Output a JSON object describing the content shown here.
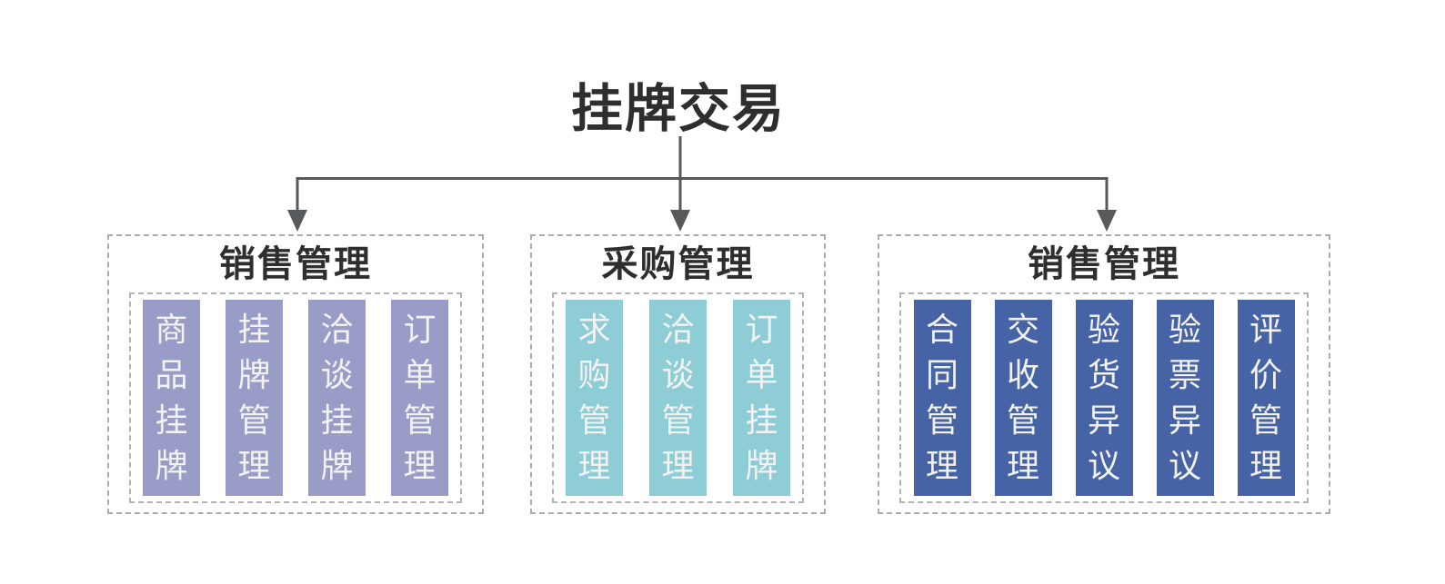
{
  "title": "挂牌交易",
  "colors": {
    "lavender": "#9a9cc8",
    "teal": "#8ecdd6",
    "blue": "#4663a5",
    "line": "#58595b",
    "outer_border": "#ababab",
    "inner_border": "#b3b3b3",
    "title_text": "#2e2e2e",
    "bar_text": "#f2f2f2"
  },
  "groups": [
    {
      "title": "销售管理",
      "color": "#9a9cc8",
      "items": [
        "商品挂牌",
        "挂牌管理",
        "洽谈挂牌",
        "订单管理"
      ]
    },
    {
      "title": "采购管理",
      "color": "#8ecdd6",
      "items": [
        "求购管理",
        "洽谈管理",
        "订单挂牌"
      ]
    },
    {
      "title": "销售管理",
      "color": "#4663a5",
      "items": [
        "合同管理",
        "交收管理",
        "验货异议",
        "验票异议",
        "评价管理"
      ]
    }
  ]
}
